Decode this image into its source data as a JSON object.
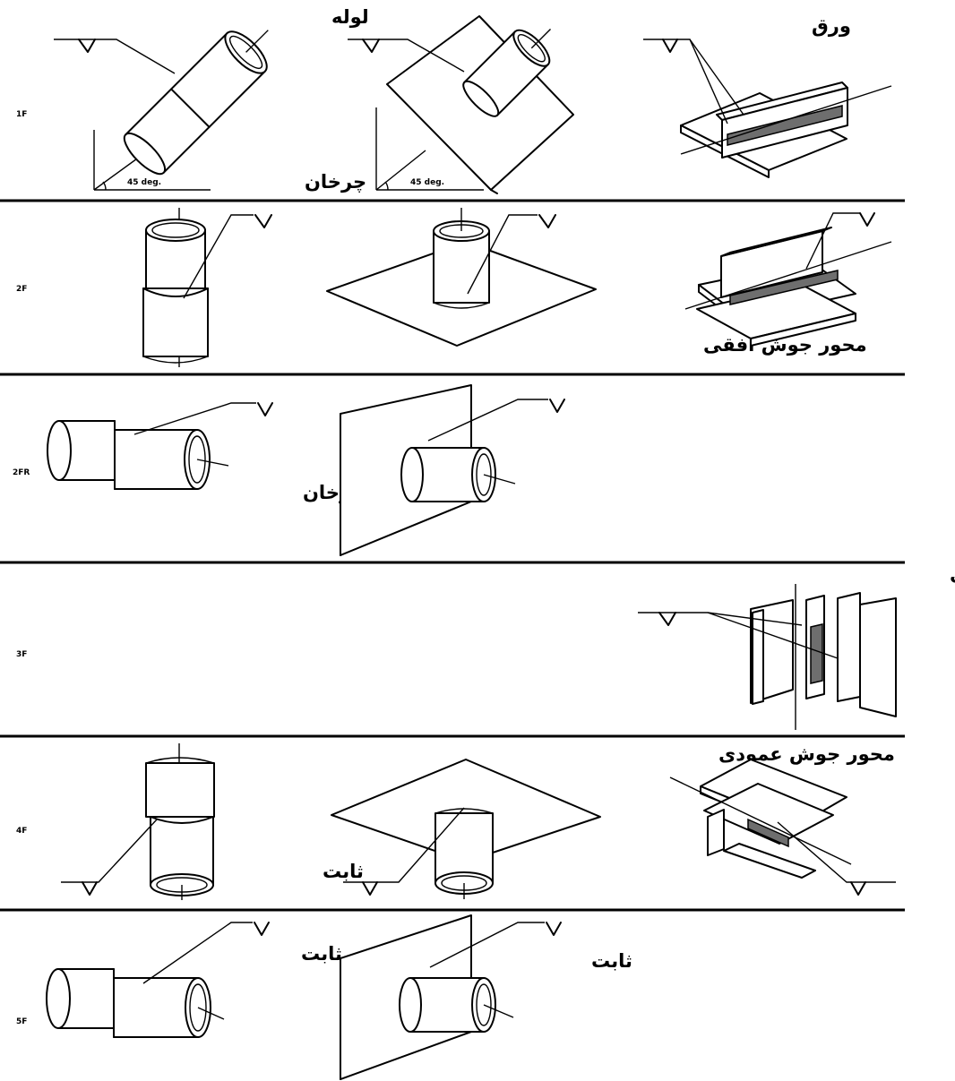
{
  "positions": {
    "row_1f": "1F",
    "row_2f": "2F",
    "row_2fr": "2FR",
    "row_3f": "3F",
    "row_4f": "4F",
    "row_5f": "5F"
  },
  "angle_label": "45 deg.",
  "labels": {
    "pipe": "لوله",
    "plate": "ورق",
    "rotating": "چرخان",
    "fixed": "ثابت",
    "horizontal_weld_axis": "محور جوش افقی",
    "vertical_weld_axis": "محور جوش عمودی"
  },
  "colors": {
    "ink": "#000000",
    "background": "#ffffff"
  }
}
